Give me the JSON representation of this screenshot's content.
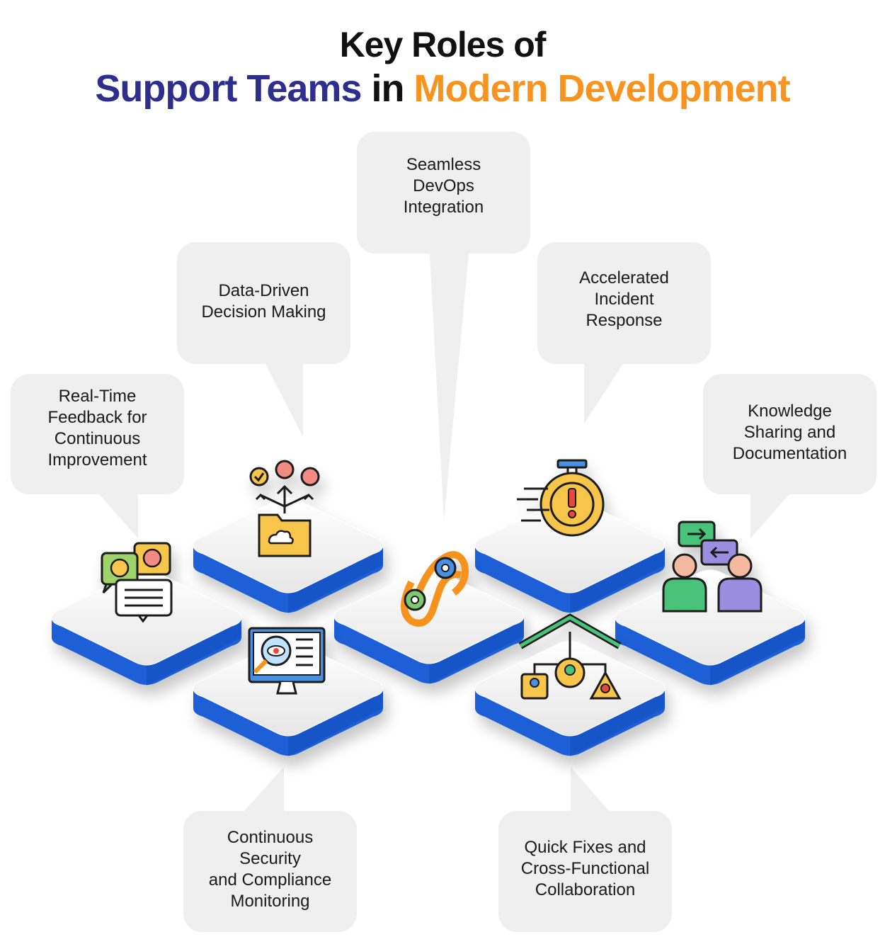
{
  "title": {
    "line1": "Key Roles of",
    "line2_part1": "Support Teams",
    "line2_part2": "in",
    "line2_part3": "Modern Development"
  },
  "colors": {
    "title_blue": "#2e2f8c",
    "title_orange": "#f7931e",
    "tile_top": "#efefef",
    "tile_side": "#1b5fd6",
    "bubble": "#efefef"
  },
  "roles": [
    {
      "id": "realtime",
      "label": [
        "Real-Time",
        "Feedback for",
        "Continuous",
        "Improvement"
      ],
      "icon": "feedback-chat-icon"
    },
    {
      "id": "datadriven",
      "label": [
        "Data-Driven",
        "Decision Making"
      ],
      "icon": "decision-folder-icon"
    },
    {
      "id": "devops",
      "label": [
        "Seamless",
        "DevOps",
        "Integration"
      ],
      "icon": "devops-gears-icon"
    },
    {
      "id": "incident",
      "label": [
        "Accelerated",
        "Incident",
        "Response"
      ],
      "icon": "stopwatch-alert-icon"
    },
    {
      "id": "knowledge",
      "label": [
        "Knowledge",
        "Sharing and",
        "Documentation"
      ],
      "icon": "people-sharing-icon"
    },
    {
      "id": "security",
      "label": [
        "Continuous",
        "Security",
        "and Compliance",
        "Monitoring"
      ],
      "icon": "monitor-eye-icon"
    },
    {
      "id": "quickfix",
      "label": [
        "Quick Fixes and",
        "Cross-Functional",
        "Collaboration"
      ],
      "icon": "team-hierarchy-icon"
    }
  ]
}
